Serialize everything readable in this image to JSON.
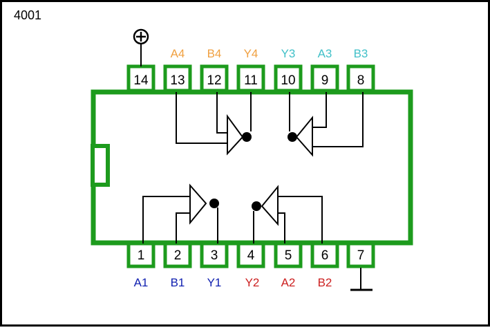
{
  "chip": {
    "part_number": "4001"
  },
  "power": {
    "symbol": "⊕"
  },
  "colors": {
    "package": "#1d9b1d",
    "wire": "#000000",
    "orange": "#f0a040",
    "cyan": "#40c0c8",
    "blue": "#1020b0",
    "red": "#cc2020"
  },
  "top_pins": [
    {
      "number": "14",
      "signal": "",
      "color": ""
    },
    {
      "number": "13",
      "signal": "A4",
      "color": "#f0a040"
    },
    {
      "number": "12",
      "signal": "B4",
      "color": "#f0a040"
    },
    {
      "number": "11",
      "signal": "Y4",
      "color": "#f0a040"
    },
    {
      "number": "10",
      "signal": "Y3",
      "color": "#40c0c8"
    },
    {
      "number": "9",
      "signal": "A3",
      "color": "#40c0c8"
    },
    {
      "number": "8",
      "signal": "B3",
      "color": "#40c0c8"
    }
  ],
  "bottom_pins": [
    {
      "number": "1",
      "signal": "A1",
      "color": "#1020b0"
    },
    {
      "number": "2",
      "signal": "B1",
      "color": "#1020b0"
    },
    {
      "number": "3",
      "signal": "Y1",
      "color": "#1020b0"
    },
    {
      "number": "4",
      "signal": "Y2",
      "color": "#cc2020"
    },
    {
      "number": "5",
      "signal": "A2",
      "color": "#cc2020"
    },
    {
      "number": "6",
      "signal": "B2",
      "color": "#cc2020"
    },
    {
      "number": "7",
      "signal": "",
      "color": ""
    }
  ],
  "gates": [
    {
      "id": "gate-4",
      "type": "NOR",
      "inputs": [
        "13",
        "12"
      ],
      "output": "11"
    },
    {
      "id": "gate-3",
      "type": "NOR",
      "inputs": [
        "9",
        "8"
      ],
      "output": "10"
    },
    {
      "id": "gate-1",
      "type": "NOR",
      "inputs": [
        "1",
        "2"
      ],
      "output": "3"
    },
    {
      "id": "gate-2",
      "type": "NOR",
      "inputs": [
        "5",
        "6"
      ],
      "output": "4"
    }
  ]
}
